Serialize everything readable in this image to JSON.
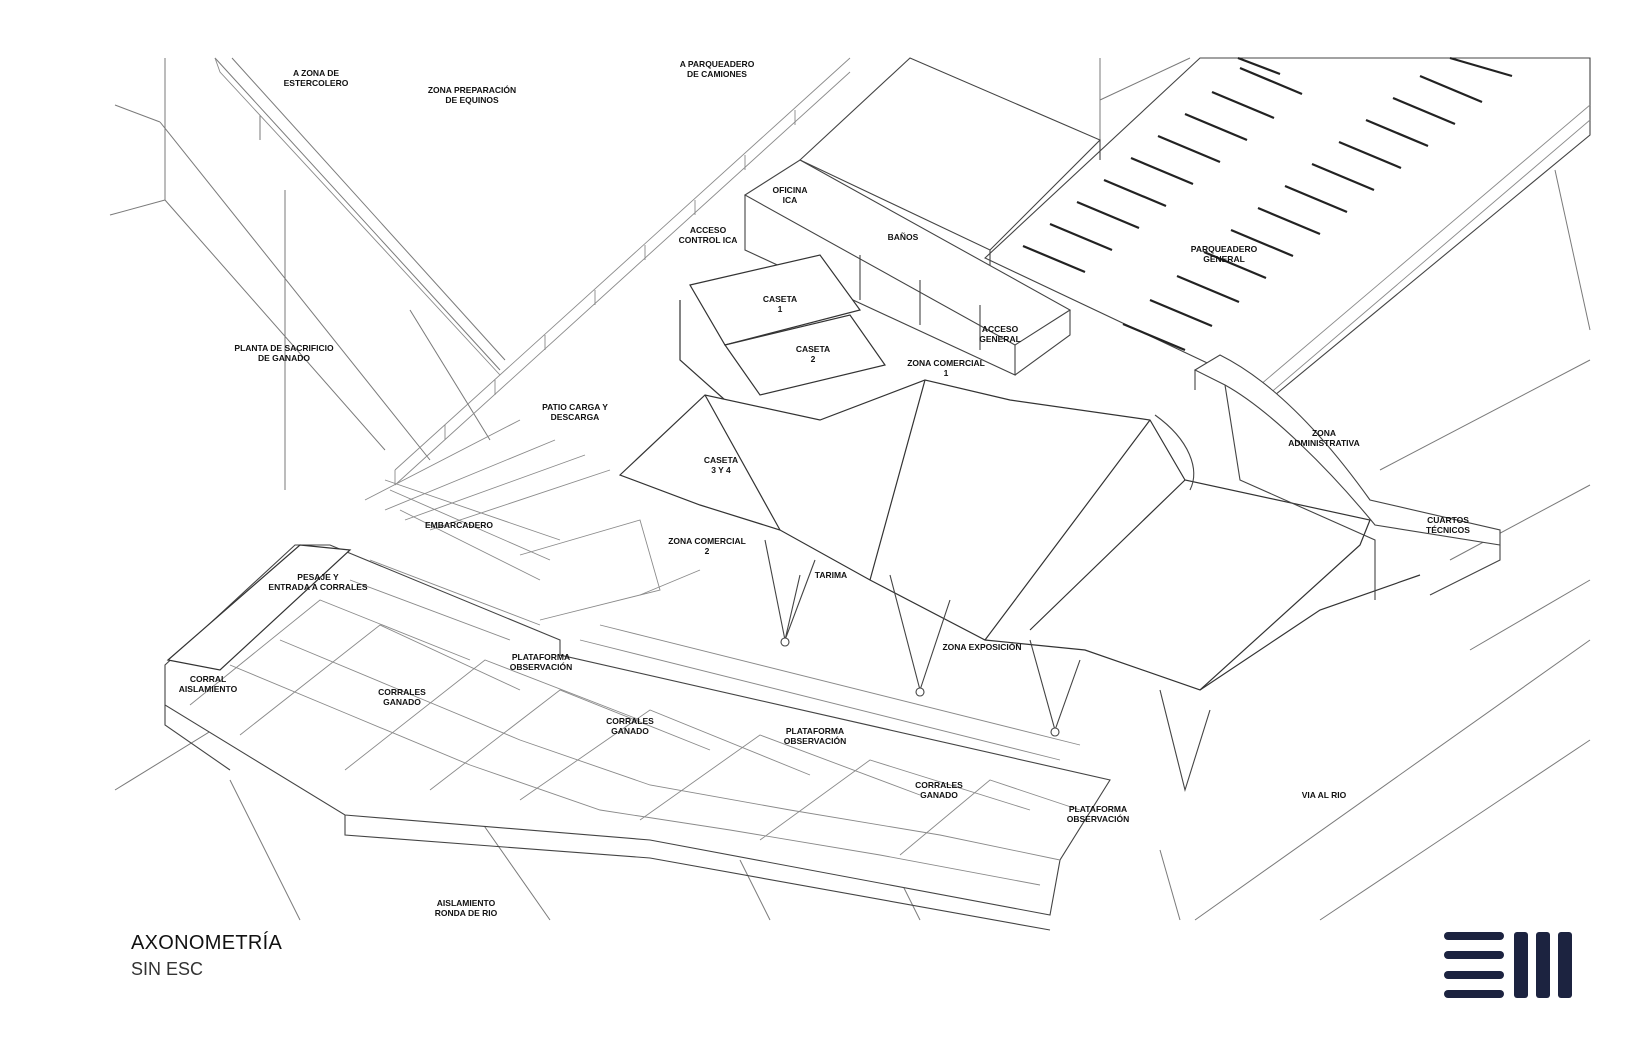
{
  "title": "AXONOMETRÍA",
  "subtitle": "SIN ESC",
  "logo": {
    "icon": "stacked-bars-logo-icon",
    "color": "#1c2340"
  },
  "labels": [
    {
      "id": "zona-estercolero",
      "lines": [
        "A ZONA DE",
        "ESTERCOLERO"
      ]
    },
    {
      "id": "zona-equinos",
      "lines": [
        "ZONA PREPARACIÓN",
        "DE EQUINOS"
      ]
    },
    {
      "id": "parqueadero-camiones",
      "lines": [
        "A PARQUEADERO",
        "DE CAMIONES"
      ]
    },
    {
      "id": "oficina-ica",
      "lines": [
        "OFICINA",
        "ICA"
      ]
    },
    {
      "id": "banos",
      "lines": [
        "BAÑOS"
      ]
    },
    {
      "id": "acceso-control-ica",
      "lines": [
        "ACCESO",
        "CONTROL ICA"
      ]
    },
    {
      "id": "parqueadero-general",
      "lines": [
        "PARQUEADERO",
        "GENERAL"
      ]
    },
    {
      "id": "caseta-1",
      "lines": [
        "CASETA",
        "1"
      ]
    },
    {
      "id": "acceso-general",
      "lines": [
        "ACCESO",
        "GENERAL"
      ]
    },
    {
      "id": "caseta-2",
      "lines": [
        "CASETA",
        "2"
      ]
    },
    {
      "id": "zona-comercial-1",
      "lines": [
        "ZONA COMERCIAL",
        "1"
      ]
    },
    {
      "id": "planta-sacrificio",
      "lines": [
        "PLANTA DE SACRIFICIO",
        "DE GANADO"
      ]
    },
    {
      "id": "patio-carga",
      "lines": [
        "PATIO CARGA Y",
        "DESCARGA"
      ]
    },
    {
      "id": "zona-administrativa",
      "lines": [
        "ZONA",
        "ADMINISTRATIVA"
      ]
    },
    {
      "id": "caseta-3-4",
      "lines": [
        "CASETA",
        "3 Y 4"
      ]
    },
    {
      "id": "cuartos-tecnicos",
      "lines": [
        "CUARTOS",
        "TÉCNICOS"
      ]
    },
    {
      "id": "embarcadero",
      "lines": [
        "EMBARCADERO"
      ]
    },
    {
      "id": "zona-comercial-2",
      "lines": [
        "ZONA COMERCIAL",
        "2"
      ]
    },
    {
      "id": "tarima",
      "lines": [
        "TARIMA"
      ]
    },
    {
      "id": "pesaje",
      "lines": [
        "PESAJE Y",
        "ENTRADA A CORRALES"
      ]
    },
    {
      "id": "plataforma-1",
      "lines": [
        "PLATAFORMA",
        "OBSERVACIÓN"
      ]
    },
    {
      "id": "zona-exposicion",
      "lines": [
        "ZONA EXPOSICIÓN"
      ]
    },
    {
      "id": "corral-aislamiento",
      "lines": [
        "CORRAL",
        "AISLAMIENTO"
      ]
    },
    {
      "id": "corrales-ganado-1",
      "lines": [
        "CORRALES",
        "GANADO"
      ]
    },
    {
      "id": "corrales-ganado-2",
      "lines": [
        "CORRALES",
        "GANADO"
      ]
    },
    {
      "id": "plataforma-2",
      "lines": [
        "PLATAFORMA",
        "OBSERVACIÓN"
      ]
    },
    {
      "id": "corrales-ganado-3",
      "lines": [
        "CORRALES",
        "GANADO"
      ]
    },
    {
      "id": "via-al-rio",
      "lines": [
        "VIA AL RIO"
      ]
    },
    {
      "id": "plataforma-3",
      "lines": [
        "PLATAFORMA",
        "OBSERVACIÓN"
      ]
    },
    {
      "id": "aislamiento-ronda",
      "lines": [
        "AISLAMIENTO",
        "RONDA DE RIO"
      ]
    }
  ]
}
